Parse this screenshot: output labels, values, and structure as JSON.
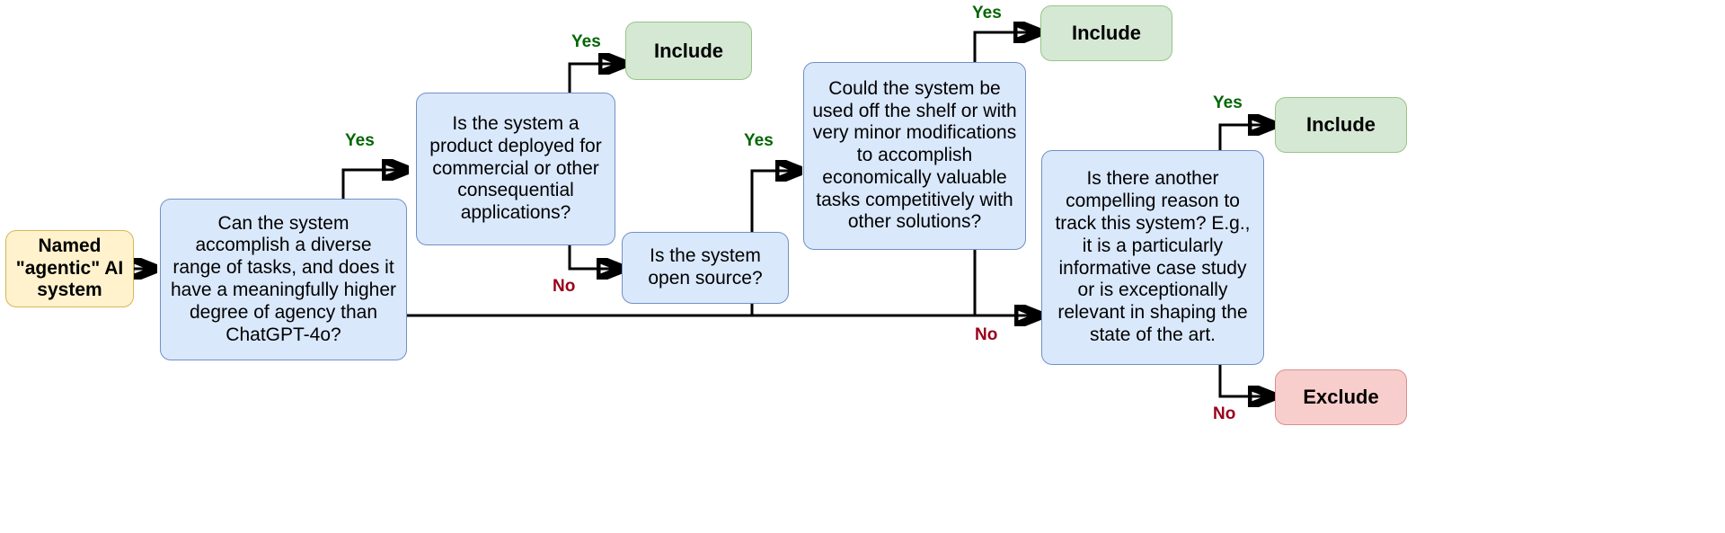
{
  "diagram": {
    "title": "Agentic AI system inclusion criteria flowchart",
    "colors": {
      "decision_fill": "#dae8fc",
      "decision_stroke": "#7190c4",
      "start_fill": "#fff2cc",
      "start_stroke": "#d6b656",
      "include_fill": "#d5e8d4",
      "include_stroke": "#97c585",
      "exclude_fill": "#f8cecc",
      "exclude_stroke": "#d98e8b",
      "yes_label": "#006600",
      "no_label": "#99001a",
      "edge": "#000000"
    },
    "nodes": {
      "start": "Named\n\"agentic\" AI\nsystem",
      "q_diverse_tasks": "Can the system\naccomplish a diverse\nrange of tasks, and does it\nhave a meaningfully higher\ndegree of agency than\nChatGPT-4o?",
      "q_product_deployed": "Is the system a\nproduct deployed for\ncommercial or other\nconsequential\napplications?",
      "q_open_source": "Is the system\nopen source?",
      "q_off_the_shelf": "Could the system be\nused off the shelf or with\nvery minor modifications\nto accomplish\neconomically valuable\ntasks competitively with\nother solutions?",
      "q_compelling_reason": "Is there another\ncompelling reason to\ntrack this system? E.g.,\nit is a particularly\ninformative case study\nor is exceptionally\nrelevant in shaping the\nstate of the art.",
      "include_1": "Include",
      "include_2": "Include",
      "include_3": "Include",
      "exclude_1": "Exclude"
    },
    "edge_labels": {
      "yes_to_product": "Yes",
      "yes_product_include": "Yes",
      "no_product_open_source": "No",
      "yes_open_source_off_shelf": "Yes",
      "yes_off_shelf_include": "Yes",
      "no_off_shelf": "No",
      "yes_compelling_include": "Yes",
      "no_compelling_exclude": "No"
    }
  }
}
